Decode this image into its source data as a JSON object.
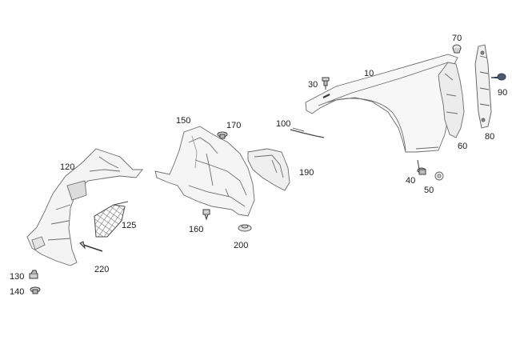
{
  "callouts": [
    {
      "id": "c10",
      "text": "10"
    },
    {
      "id": "c30",
      "text": "30"
    },
    {
      "id": "c40",
      "text": "40"
    },
    {
      "id": "c50",
      "text": "50"
    },
    {
      "id": "c60",
      "text": "60"
    },
    {
      "id": "c70",
      "text": "70"
    },
    {
      "id": "c80",
      "text": "80"
    },
    {
      "id": "c90",
      "text": "90"
    },
    {
      "id": "c100",
      "text": "100"
    },
    {
      "id": "c120",
      "text": "120"
    },
    {
      "id": "c125",
      "text": "125"
    },
    {
      "id": "c130",
      "text": "130"
    },
    {
      "id": "c140",
      "text": "140"
    },
    {
      "id": "c150",
      "text": "150"
    },
    {
      "id": "c160",
      "text": "160"
    },
    {
      "id": "c170",
      "text": "170"
    },
    {
      "id": "c190",
      "text": "190"
    },
    {
      "id": "c200",
      "text": "200"
    },
    {
      "id": "c220",
      "text": "220"
    }
  ],
  "colors": {
    "line": "#6b6b6b",
    "fill": "#f4f4f4",
    "dark": "#3a3a3a",
    "mesh": "#8a8a8a",
    "screw": "#4a5a70"
  }
}
